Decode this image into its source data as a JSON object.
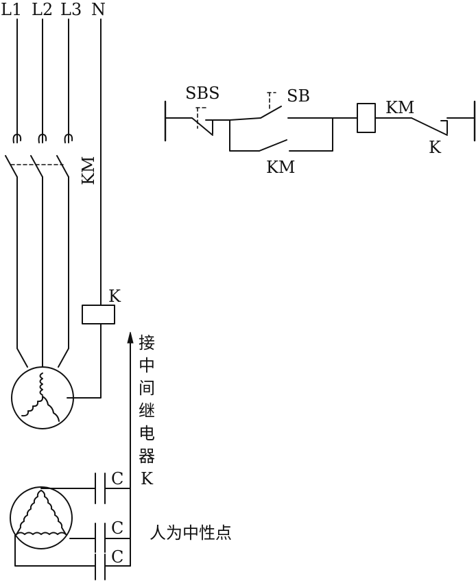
{
  "supply": {
    "l1": "L1",
    "l2": "L2",
    "l3": "L3",
    "n": "N"
  },
  "main_contactor_label": "KM",
  "relay_coil_label": "K",
  "control_circuit": {
    "stop_button": "SBS",
    "start_button": "SB",
    "coil": "KM",
    "hold_contact": "KM",
    "relay_contact": "K"
  },
  "to_relay_note": [
    "接",
    "中",
    "间",
    "继",
    "电",
    "器"
  ],
  "to_relay_target": "K",
  "capacitors": [
    "C",
    "C",
    "C"
  ],
  "neutral_note": "人为中性点"
}
